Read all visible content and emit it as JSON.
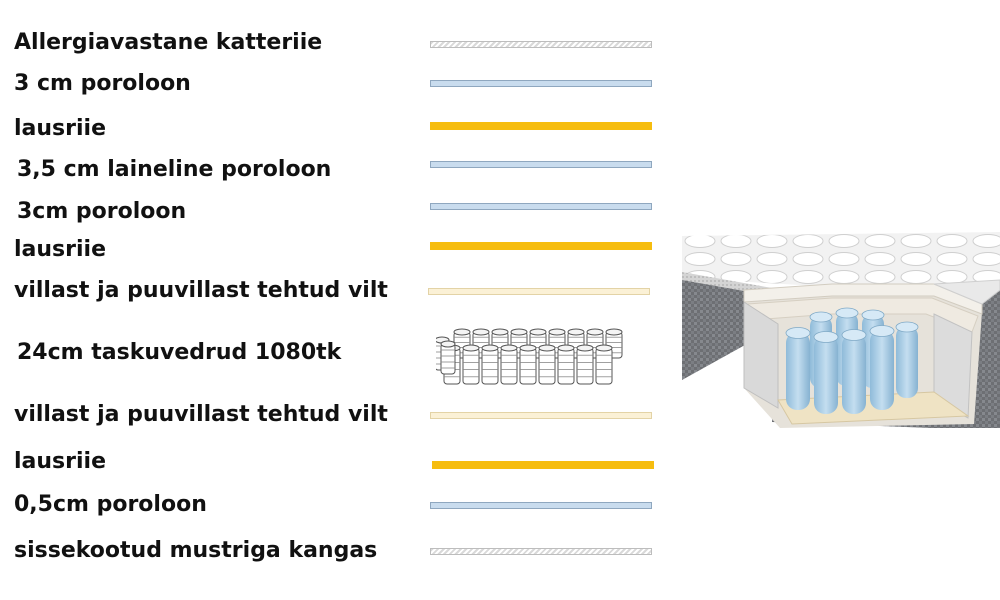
{
  "layers": [
    {
      "label": "Allergiavastane katteriie",
      "material": "knit"
    },
    {
      "label": "3 cm  poroloon",
      "material": "foam"
    },
    {
      "label": "lausriie",
      "material": "spunbond"
    },
    {
      "label": "3,5 cm laineline poroloon",
      "material": "foam"
    },
    {
      "label": "3cm poroloon",
      "material": "foam"
    },
    {
      "label": "lausriie",
      "material": "spunbond"
    },
    {
      "label": "villast ja puuvillast tehtud vilt",
      "material": "felt"
    },
    {
      "label": "24cm taskuvedrud 1080tk",
      "material": "pocket-springs"
    },
    {
      "label": "villast ja puuvillast tehtud vilt",
      "material": "felt"
    },
    {
      "label": "lausriie",
      "material": "spunbond"
    },
    {
      "label": "0,5cm poroloon",
      "material": "foam"
    },
    {
      "label": "sissekootud mustriga kangas",
      "material": "knit"
    }
  ],
  "colors": {
    "foam": "#c9dcee",
    "spunbond": "#f6bd0f",
    "felt": "#fbf1d6",
    "spring": "#a9cde6"
  },
  "icons": {
    "springs": "pocket-springs-icon",
    "mattress": "mattress-cutaway-illustration"
  }
}
